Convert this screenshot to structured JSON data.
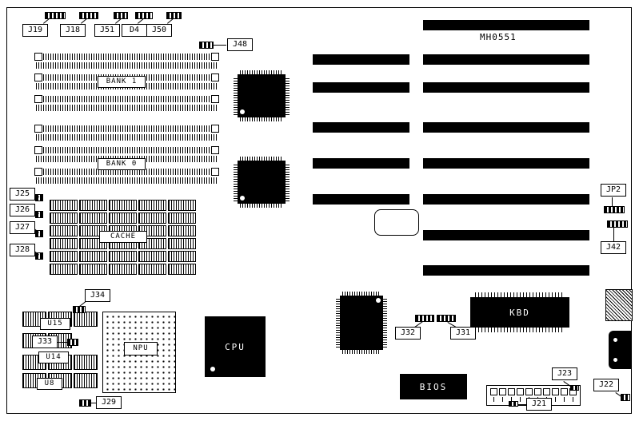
{
  "diagram": {
    "model": "MH0551",
    "callouts": {
      "j19": "J19",
      "j18": "J18",
      "j51": "J51",
      "d4": "D4",
      "j50": "J50",
      "j48": "J48",
      "j25": "J25",
      "j26": "J26",
      "j27": "J27",
      "j28": "J28",
      "jp2": "JP2",
      "j42": "J42",
      "j34": "J34",
      "j33": "J33",
      "j29": "J29",
      "j32": "J32",
      "j31": "J31",
      "j23": "J23",
      "j22": "J22",
      "j21": "J21"
    },
    "components": {
      "bank1": "BANK 1",
      "bank0": "BANK 0",
      "cache": "CACHE",
      "npu": "NPU",
      "cpu": "CPU",
      "kbd": "KBD",
      "bios": "BIOS",
      "u15": "U15",
      "u14": "U14",
      "u8": "U8"
    },
    "colors": {
      "line": "#000000",
      "fill": "#000000",
      "background": "#ffffff"
    }
  }
}
